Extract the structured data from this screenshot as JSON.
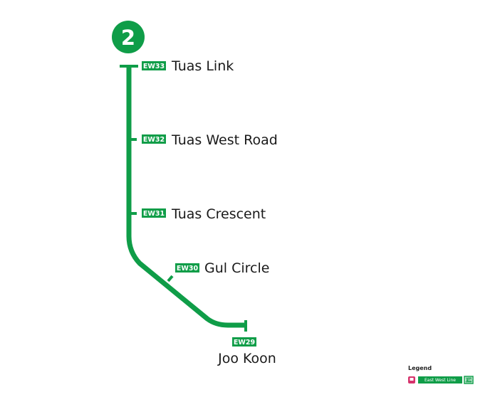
{
  "line": {
    "route_number": "2",
    "color": "#0f9d48"
  },
  "stations": [
    {
      "code": "EW33",
      "name": "Tuas Link"
    },
    {
      "code": "EW32",
      "name": "Tuas West Road"
    },
    {
      "code": "EW31",
      "name": "Tuas Crescent"
    },
    {
      "code": "EW30",
      "name": "Gul Circle"
    },
    {
      "code": "EW29",
      "name": "Joo Koon"
    }
  ],
  "legend": {
    "title": "Legend",
    "line_label": "East West Line",
    "line_code": "EW",
    "interchange_color": "#d6336c",
    "interchange_icon": "train-icon"
  }
}
